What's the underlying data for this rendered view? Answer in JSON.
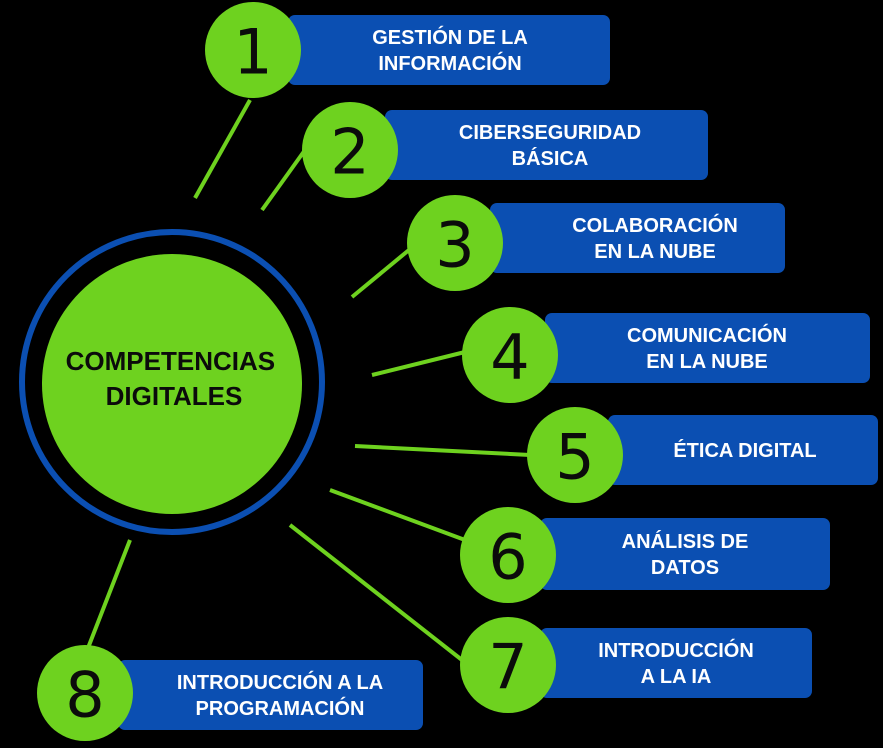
{
  "colors": {
    "background": "#000000",
    "green": "#6ed21f",
    "blue": "#0b4fb2",
    "text_light": "#ffffff",
    "text_dark": "#0b0b0b"
  },
  "center": {
    "lines": [
      "COMPETENCIAS",
      "DIGITALES"
    ]
  },
  "items": [
    {
      "number": "1",
      "lines": [
        "GESTIÓN DE LA",
        "INFORMACIÓN"
      ]
    },
    {
      "number": "2",
      "lines": [
        "CIBERSEGURIDAD",
        "BÁSICA"
      ]
    },
    {
      "number": "3",
      "lines": [
        "COLABORACIÓN",
        "EN LA NUBE"
      ]
    },
    {
      "number": "4",
      "lines": [
        "COMUNICACIÓN",
        "EN LA NUBE"
      ]
    },
    {
      "number": "5",
      "lines": [
        "ÉTICA DIGITAL"
      ]
    },
    {
      "number": "6",
      "lines": [
        "ANÁLISIS DE",
        "DATOS"
      ]
    },
    {
      "number": "7",
      "lines": [
        "INTRODUCCIÓN",
        "A LA IA"
      ]
    },
    {
      "number": "8",
      "lines": [
        "INTRODUCCIÓN A LA",
        "PROGRAMACIÓN"
      ]
    }
  ]
}
